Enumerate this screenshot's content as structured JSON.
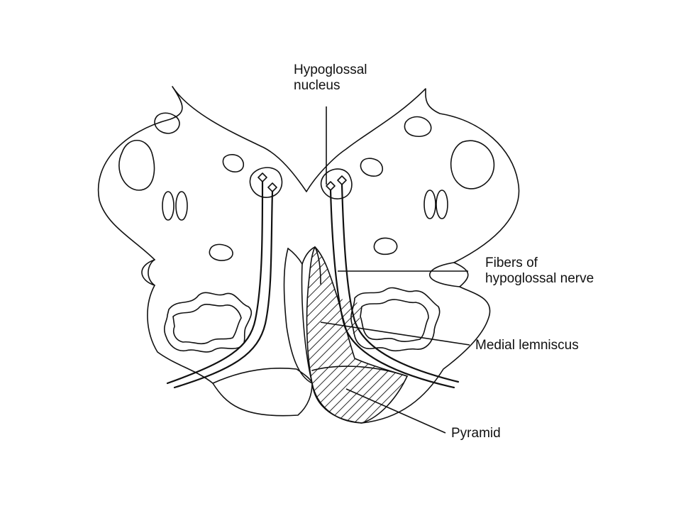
{
  "diagram": {
    "labels": {
      "hypoglossal_nucleus": [
        "Hypoglossal",
        "nucleus"
      ],
      "fibers_hypoglossal_nerve": [
        "Fibers of",
        "hypoglossal nerve"
      ],
      "medial_lemniscus": "Medial lemniscus",
      "pyramid": "Pyramid"
    },
    "colors": {
      "line": "#111111",
      "background": "#ffffff"
    }
  }
}
